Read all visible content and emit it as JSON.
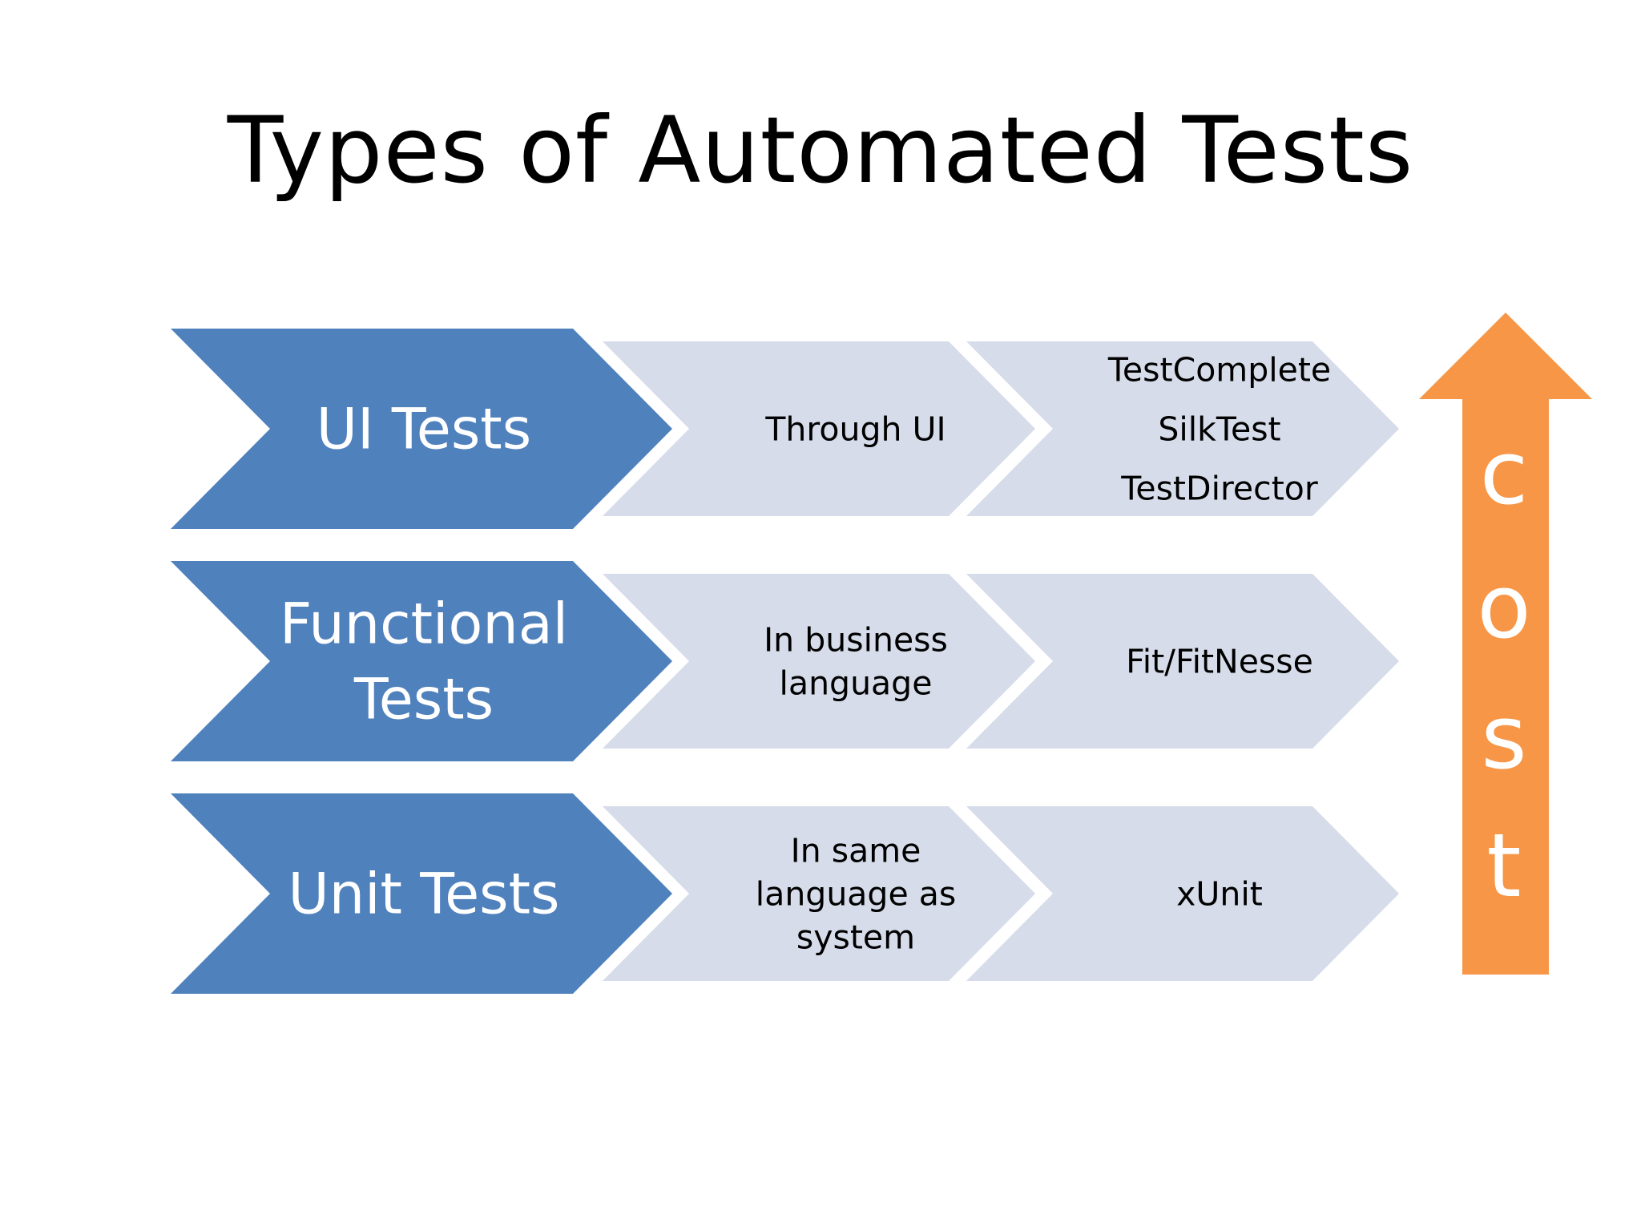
{
  "title": "Types of Automated Tests",
  "colors": {
    "primary_chevron": "#4f81bd",
    "secondary_chevron": "#d6dce9",
    "cost_arrow": "#f79646"
  },
  "rows": [
    {
      "name": "ui",
      "label_lines": [
        "UI Tests"
      ],
      "how_lines": [
        "Through UI"
      ],
      "tools_lines": [
        "TestComplete",
        "SilkTest",
        "TestDirector"
      ]
    },
    {
      "name": "functional",
      "label_lines": [
        "Functional",
        "Tests"
      ],
      "how_lines": [
        "In business",
        "language"
      ],
      "tools_lines": [
        "Fit/FitNesse"
      ]
    },
    {
      "name": "unit",
      "label_lines": [
        "Unit Tests"
      ],
      "how_lines": [
        "In same",
        "language as",
        "system"
      ],
      "tools_lines": [
        "xUnit"
      ]
    }
  ],
  "cost_arrow": {
    "letters": [
      "c",
      "o",
      "s",
      "t"
    ],
    "icon": "up-arrow-icon"
  }
}
